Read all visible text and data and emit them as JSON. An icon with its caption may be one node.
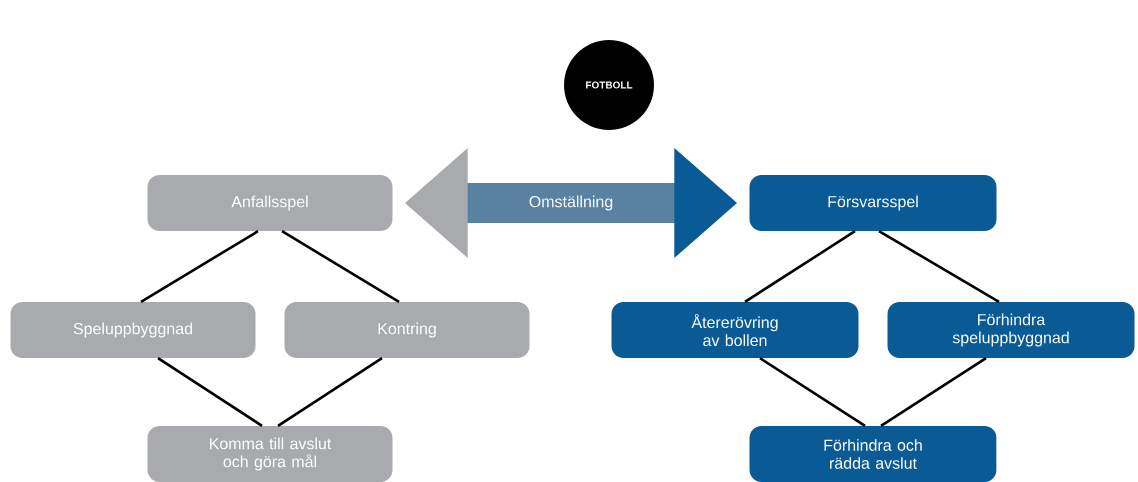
{
  "diagram": {
    "nodes": [
      {
        "text": [
          "FOTBOLL"
        ]
      },
      {
        "text": [
          "Anfallsspel"
        ]
      },
      {
        "text": [
          "Speluppbyggnad"
        ]
      },
      {
        "text": [
          "Kontring"
        ]
      },
      {
        "text": [
          "Komma till avslut och göra mål"
        ]
      },
      {
        "text": [
          "Försvarsspel"
        ]
      },
      {
        "text": [
          "Återerövring av bollen"
        ]
      },
      {
        "text": [
          "Förhindra speluppbyggnad"
        ]
      },
      {
        "text": [
          "Förhindra och rädda avslut"
        ]
      }
    ],
    "edges": [
      {
        "from": 1,
        "to": 5,
        "arrow": "both",
        "label": "Omställning",
        "style": "thick",
        "color": "#5982a2"
      },
      {
        "from": 1,
        "to": 2,
        "arrow": "none"
      },
      {
        "from": 1,
        "to": 3,
        "arrow": "none"
      },
      {
        "from": 2,
        "to": 4,
        "arrow": "none"
      },
      {
        "from": 3,
        "to": 4,
        "arrow": "none"
      },
      {
        "from": 5,
        "to": 6,
        "arrow": "none"
      },
      {
        "from": 5,
        "to": 7,
        "arrow": "none"
      },
      {
        "from": 6,
        "to": 8,
        "arrow": "none"
      },
      {
        "from": 7,
        "to": 8,
        "arrow": "none"
      }
    ]
  }
}
